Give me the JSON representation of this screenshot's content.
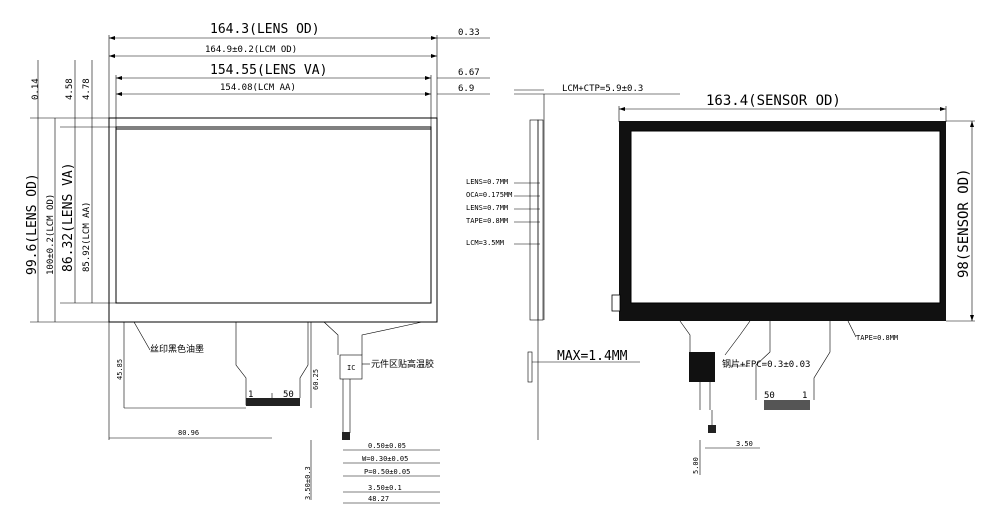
{
  "front_view": {
    "top_dims": [
      {
        "value": "164.3(LENS OD)"
      },
      {
        "value": "164.9±0.2(LCM OD)"
      },
      {
        "value": "154.55(LENS VA)"
      },
      {
        "value": "154.08(LCM AA)"
      }
    ],
    "right_offsets": [
      "0.33",
      "6.67",
      "6.9"
    ],
    "left_offsets": [
      "0.14",
      "4.58",
      "4.78"
    ],
    "left_dims": [
      "99.6(LENS OD)",
      "100±0.2(LCM OD)",
      "86.32(LENS VA)",
      "85.92(LCM AA)"
    ],
    "silk_label": "丝印黑色油墨",
    "component_label": "元件区贴高温胶",
    "ic_label": "IC",
    "fpc_dims": {
      "h1": "45.85",
      "h2": "60.25",
      "width": "80.96",
      "pin1": "1",
      "pin50": "50"
    },
    "ctp_dims": [
      "0.50±0.05",
      "W=0.30±0.05",
      "P=0.50±0.05",
      "3.50±0.1",
      "48.27",
      "3.50±0.3"
    ]
  },
  "side_view": {
    "title": "LCM+CTP=5.9±0.3",
    "layers": [
      "LENS=0.7MM",
      "OCA=0.175MM",
      "LENS=0.7MM",
      "TAPE=0.8MM",
      "LCM=3.5MM"
    ],
    "max_label": "MAX=1.4MM"
  },
  "rear_view": {
    "top_dim": "163.4(SENSOR OD)",
    "right_dim": "98(SENSOR OD)",
    "tape_label": "TAPE=0.8MM",
    "steel_label": "钢片+FPC=0.3±0.03",
    "pin50": "50",
    "pin1": "1",
    "small_dims": [
      "3.50",
      "5.00"
    ]
  }
}
